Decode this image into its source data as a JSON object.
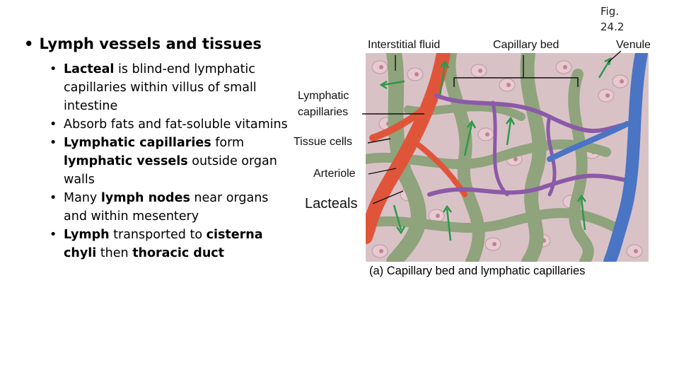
{
  "main_bullet": "Lymph vessels and tissues",
  "bullets": [
    {
      "parts": [
        {
          "t": "Lacteal",
          "b": true
        },
        {
          "t": " is blind-end lymphatic capillaries within villus of small intestine",
          "b": false
        }
      ]
    },
    {
      "parts": [
        {
          "t": "Absorb fats and fat-soluble vitamins",
          "b": false
        }
      ]
    },
    {
      "parts": [
        {
          "t": "Lymphatic capillaries",
          "b": true
        },
        {
          "t": " form ",
          "b": false
        },
        {
          "t": "lymphatic vessels",
          "b": true
        },
        {
          "t": " outside organ walls",
          "b": false
        }
      ]
    },
    {
      "parts": [
        {
          "t": "Many ",
          "b": false
        },
        {
          "t": "lymph nodes",
          "b": true
        },
        {
          "t": " near organs and within mesentery",
          "b": false
        }
      ]
    },
    {
      "parts": [
        {
          "t": "Lymph",
          "b": true
        },
        {
          "t": " transported to ",
          "b": false
        },
        {
          "t": "cisterna chyli",
          "b": true
        },
        {
          "t": " then ",
          "b": false
        },
        {
          "t": "thoracic duct",
          "b": true
        }
      ]
    }
  ],
  "fig_ref": {
    "line1": "Fig.",
    "line2": "24.2"
  },
  "figure": {
    "labels": {
      "interstitial_fluid": "Interstitial fluid",
      "capillary_bed": "Capillary bed",
      "venule": "Venule",
      "lymphatic_capillaries_1": "Lymphatic",
      "lymphatic_capillaries_2": "capillaries",
      "tissue_cells": "Tissue cells",
      "arteriole": "Arteriole",
      "lacteals": "Lacteals"
    },
    "caption": "(a) Capillary bed and lymphatic capillaries",
    "colors": {
      "tissue": "#d9c2c6",
      "lymphatic": "#8fa37c",
      "arteriole": "#e0553a",
      "venule": "#4a74c4",
      "capillary": "#8a5aa8",
      "cell": "#e8c9cf",
      "arrow": "#2a9a4a"
    }
  }
}
